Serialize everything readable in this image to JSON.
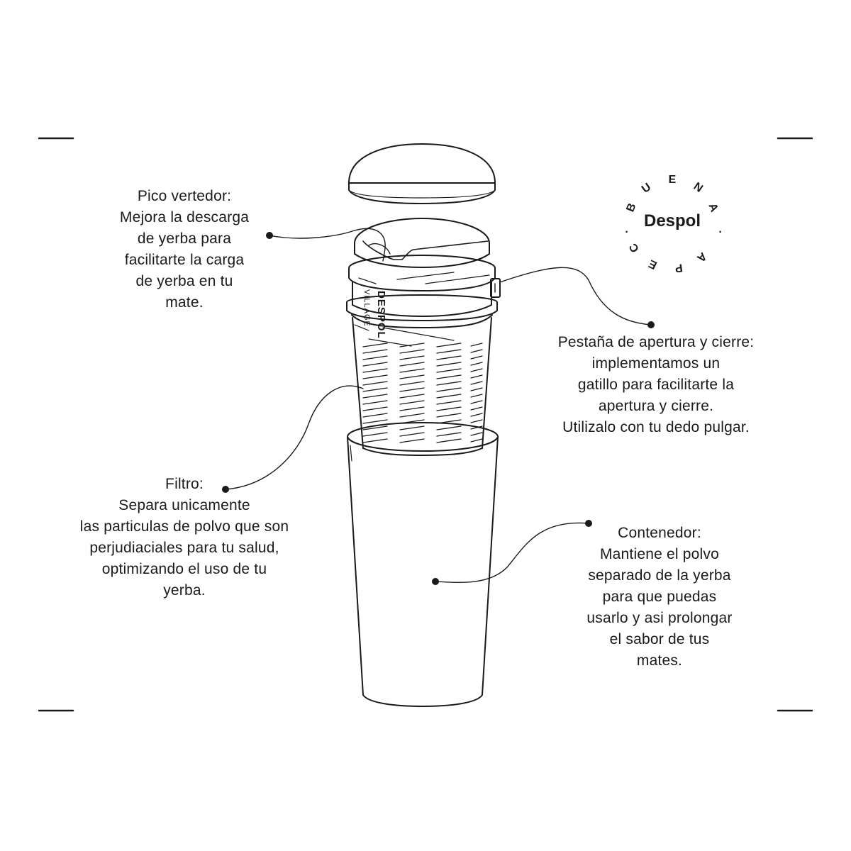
{
  "brand": {
    "name": "Despol",
    "arc_top": [
      "B",
      "U",
      "E",
      "N",
      "A"
    ],
    "arc_bottom": [
      "C",
      "E",
      "P",
      "A"
    ]
  },
  "product": {
    "body_text": [
      "DESPOL",
      "VILLAGE"
    ]
  },
  "callouts": {
    "pico_vertedor": {
      "lines": [
        "Pico vertedor:",
        "Mejora la descarga",
        "de yerba para",
        "facilitarte la carga",
        "de yerba en tu",
        "mate."
      ]
    },
    "pestana": {
      "lines": [
        "Pestaña de apertura y cierre:",
        "implementamos un",
        "gatillo para facilitarte la",
        "apertura y cierre.",
        "Utilizalo con tu dedo pulgar."
      ]
    },
    "filtro": {
      "lines": [
        "Filtro:",
        "Separa unicamente",
        "las particulas de polvo que son",
        "perjudiaciales para tu salud,",
        "optimizando el uso de tu",
        "yerba."
      ]
    },
    "contenedor": {
      "lines": [
        "Contenedor:",
        "Mantiene el polvo",
        "separado de la yerba",
        "para que puedas",
        "usarlo y asi prolongar",
        "el sabor de tus",
        "mates."
      ]
    }
  },
  "colors": {
    "stroke": "#1a1a1a",
    "background": "#ffffff"
  }
}
